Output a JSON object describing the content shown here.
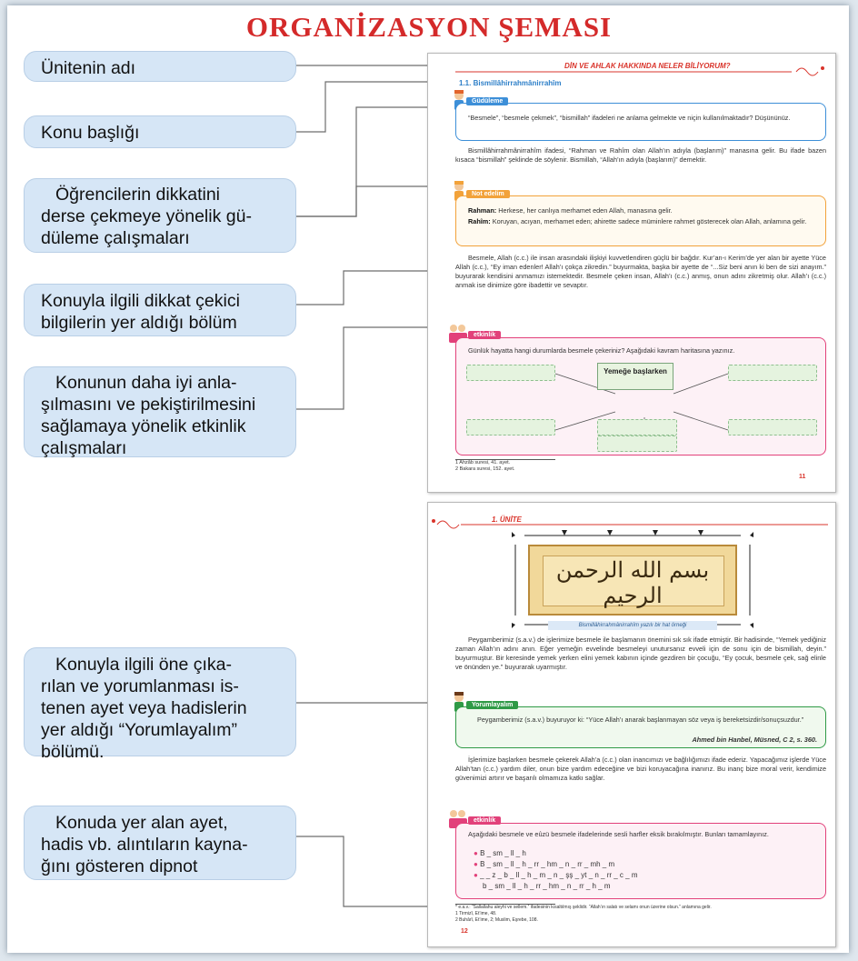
{
  "title": "ORGANİZASYON ŞEMASI",
  "labels": {
    "l1": [
      "Ünitenin adı"
    ],
    "l2": [
      "Konu başlığı"
    ],
    "l3": [
      "Öğrencilerin dikkatini",
      "derse çekmeye yönelik gü-",
      "düleme çalışmaları"
    ],
    "l4": [
      "Konuyla ilgili dikkat çekici",
      "bilgilerin yer aldığı bölüm"
    ],
    "l5": [
      "Konunun daha iyi anla-",
      "şılmasını ve pekiştirilmesini",
      "sağlamaya yönelik etkinlik",
      "çalışmaları"
    ],
    "l6": [
      "Konuyla ilgili öne çıka-",
      "rılan ve yorumlanması is-",
      "tenen ayet veya hadislerin",
      "yer aldığı “Yorumlayalım”",
      "bölümü."
    ],
    "l7": [
      "Konuda yer alan ayet,",
      "hadis vb. alıntıların kayna-",
      "ğını gösteren dipnot"
    ]
  },
  "page1": {
    "header": "DİN VE AHLAK HAKKINDA NELER BİLİYORUM?",
    "topic": "1.1. Bismillâhirrahmânirrahîm",
    "gudul_tag": "Güdüleme",
    "gudul_text": "“Besmele”, “besmele çekmek”, “bismillah” ifadeleri ne anlama gelmekte ve niçin kullanılmaktadır? Düşününüz.",
    "para1": "Bismillâhirrahmânirrahîm ifadesi, “Rahman ve Rahîm olan Allah’ın adıyla (başlarım)” manasına gelir. Bu ifade bazen kısaca “bismillah” şeklinde de söylenir. Bismillah, “Allah’ın adıyla (başlarım)” demektir.",
    "not_tag": "Not edelim",
    "not_rahman_label": "Rahman:",
    "not_rahman": "Herkese, her canlıya merhamet eden Allah, manasına gelir.",
    "not_rahim_label": "Rahîm:",
    "not_rahim": "Koruyan, acıyan, merhamet eden; ahirette sadece müminlere rahmet gösterecek olan Allah, anlamına gelir.",
    "para2": "Besmele, Allah (c.c.) ile insan arasındaki ilişkiyi kuvvetlendiren güçlü bir bağdır. Kur’an-ı Kerim’de yer alan bir ayette Yüce Allah (c.c.), “Ey iman edenler! Allah’ı çokça zikredin.” buyurmakta, başka bir ayette de “...Siz beni anın ki ben de sizi anayım.” buyurarak kendisini anmamızı istemektedir. Besmele çeken insan, Allah’ı (c.c.) anmış, onun adını zikretmiş olur. Allah’ı (c.c.) anmak ise dinimize göre ibadettir ve sevaptır.",
    "etk_tag": "etkinlik",
    "etk_text": "Günlük hayatta hangi durumlarda besmele çekeriniz? Aşağıdaki kavram haritasına yazınız.",
    "center": "Yemeğe başlarken",
    "footnote1": "1 Ahzâb suresi, 41. ayet.",
    "footnote2": "2 Bakara suresi, 152. ayet.",
    "pageno": "11"
  },
  "page2": {
    "header": "1. ÜNİTE",
    "callig": "بسم الله الرحمن الرحيم",
    "caption": "Bismillâhirrahmânirrahîm yazılı bir hat örneği",
    "para1": "Peygamberimiz (s.a.v.) de işlerimize besmele ile başlamanın önemini sık sık ifade etmiştir. Bir hadisinde, “Yemek yediğiniz zaman Allah’ın adını anın. Eğer yemeğin evvelinde besmeleyi unutursanız evveli için de sonu için de bismillah, deyin.” buyurmuştur. Bir keresinde yemek yerken elini yemek kabının içinde gezdiren bir çocuğu, “Ey çocuk, besmele çek, sağ elinle ve önünden ye.” buyurarak uyarmıştır.",
    "yorum_tag": "Yorumlayalım",
    "yorum_text": "Peygamberimiz (s.a.v.) buyuruyor ki: “Yüce Allah’ı anarak başlanmayan söz veya iş bereketsizdir/sonuçsuzdur.”",
    "yorum_src": "Ahmed bin Hanbel, Müsned, C 2, s. 360.",
    "para2": "İşlerimize başlarken besmele çekerek Allah’a (c.c.) olan inancımızı ve bağlılığımızı ifade ederiz. Yapacağımız işlerde Yüce Allah’tan (c.c.) yardım diler, onun bize yardım edeceğine ve bizi koruyacağına inanırız. Bu inanç bize moral verir, kendimize güvenimizi artırır ve başarılı olmamıza katkı sağlar.",
    "etk_tag": "etkinlik",
    "etk_text": "Aşağıdaki besmele ve eûzü besmele ifadelerinde sesli harfler eksik bırakılmıştır. Bunları tamamlayınız.",
    "row1": "B _ sm _ ll _ h",
    "row2": "B _ sm _ ll _ h _ rr _ hm _ n _ rr _ mh _ m",
    "row3": "_ _ z _ b _ ll _ h _ m _ n _ şş _ yt _ n _ rr _ c _ m",
    "row4": "b _ sm _ ll _ h _ rr _ hm _ n _ rr _ h _ m",
    "footnote1": "* e.a.v.: “Sallallahu aleyhi ve sellem.” ifadesinin kısaltılmış şeklidir. “Allah’ın salatı ve selamı onun üzerine olsun.” anlamına gelir.",
    "footnote2": "1 Tirmizî, Et’ime, 48.",
    "footnote3": "2 Buhârî, Et’ime, 2; Muslim, Eşrebe, 108.",
    "pageno": "12"
  },
  "colors": {
    "title": "#d42a2a",
    "label_bg": "#d6e6f6",
    "blue": "#3d8fd8",
    "orange": "#f2a23a",
    "pink": "#e2417a",
    "green": "#2f9a46",
    "red": "#d9342b"
  }
}
